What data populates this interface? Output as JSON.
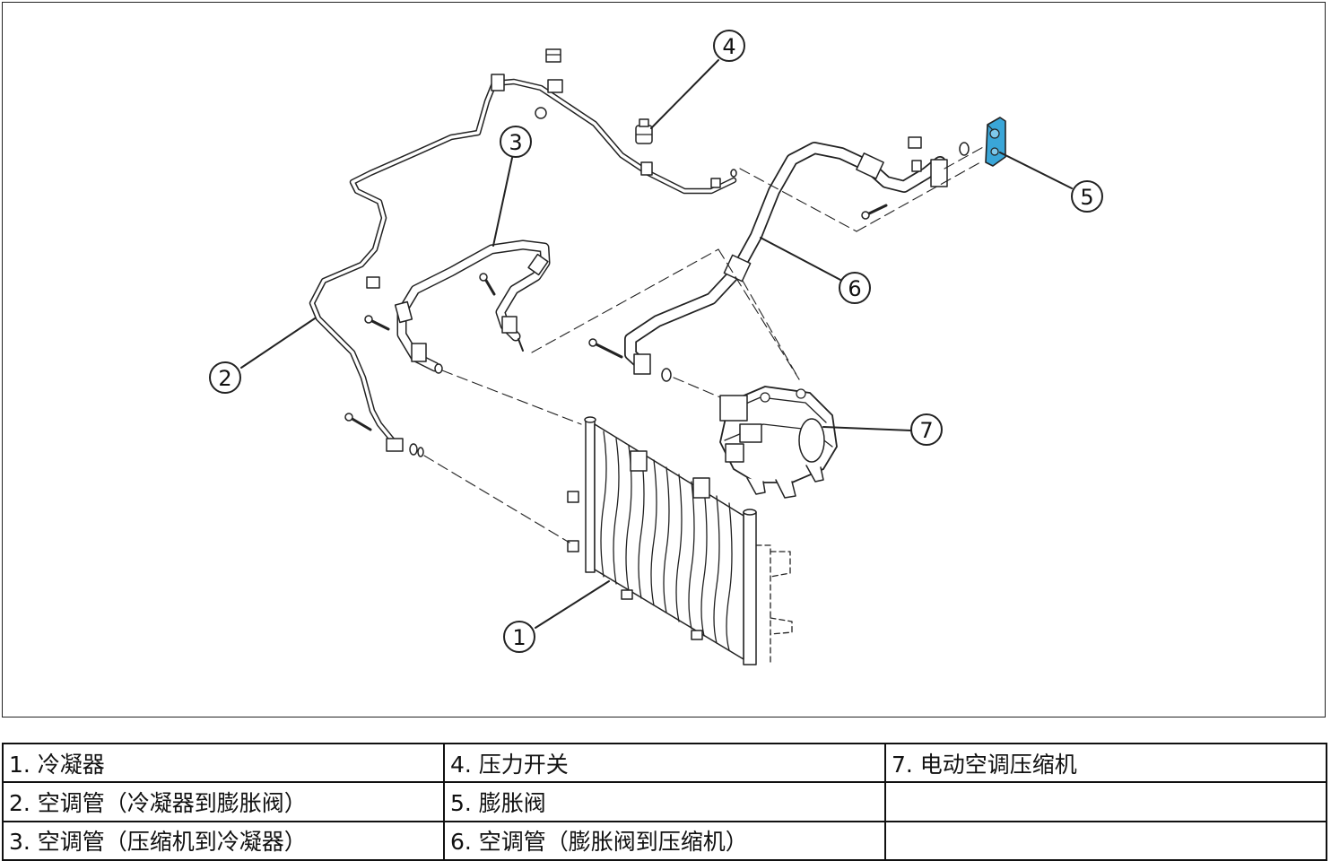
{
  "figure": {
    "callouts": [
      "1",
      "2",
      "3",
      "4",
      "5",
      "6",
      "7"
    ],
    "highlight_color": "#3aa6d8",
    "line_color": "#222222"
  },
  "legend": {
    "rows": [
      [
        "1. 冷凝器",
        "4. 压力开关",
        "7. 电动空调压缩机"
      ],
      [
        "2. 空调管（冷凝器到膨胀阀）",
        "5. 膨胀阀",
        ""
      ],
      [
        "3. 空调管（压缩机到冷凝器）",
        "6. 空调管（膨胀阀到压缩机）",
        ""
      ]
    ]
  }
}
